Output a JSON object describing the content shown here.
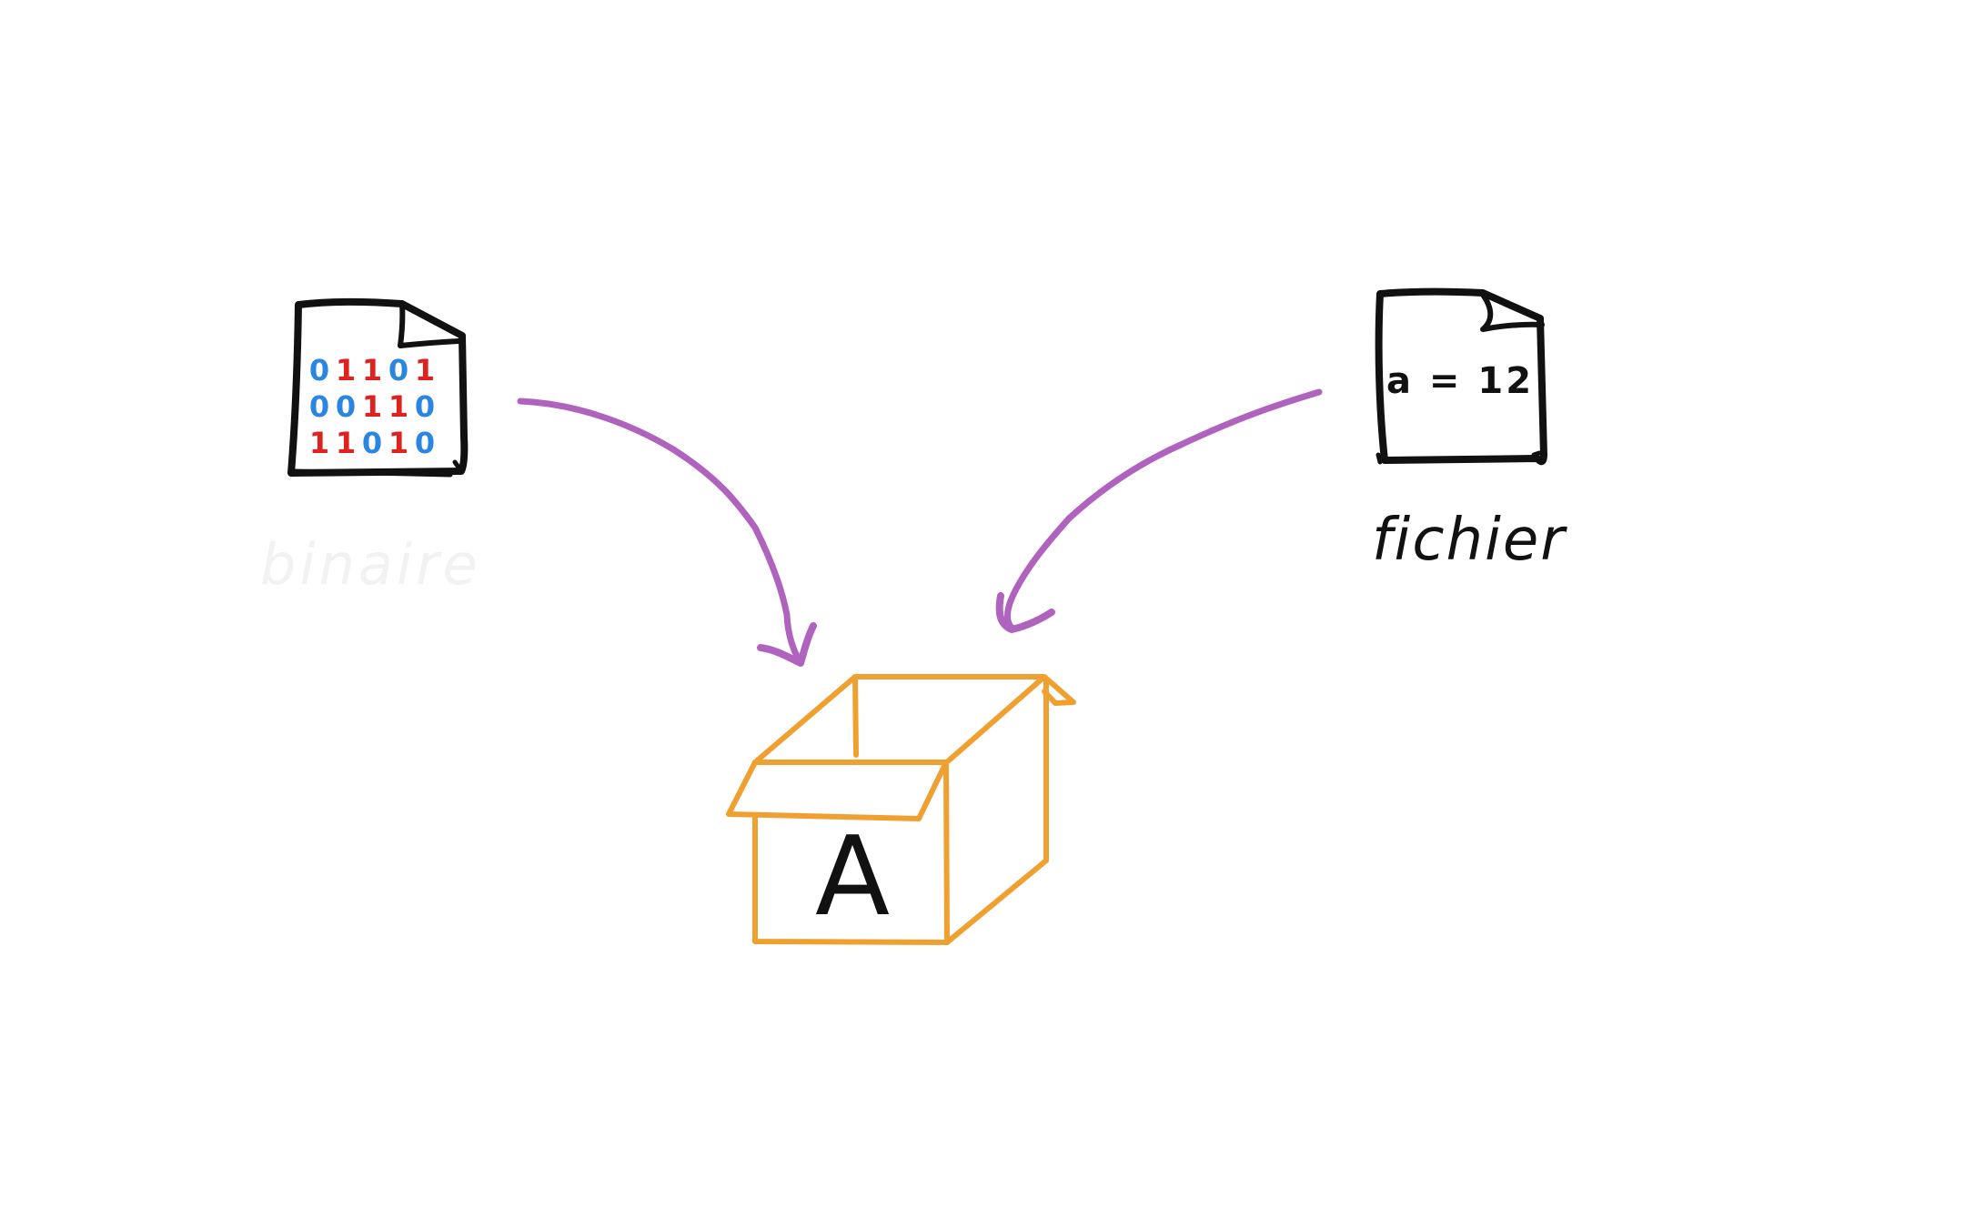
{
  "colors": {
    "ink": "#111111",
    "arrow": "#b062bf",
    "box": "#f0a030",
    "bit_zero": "#2a86e0",
    "bit_one": "#e0221e",
    "faint_label": "#f2f2f2"
  },
  "binary_file": {
    "icon": "binary-document-icon",
    "rows": [
      [
        "0",
        "1",
        "1",
        "0",
        "1"
      ],
      [
        "0",
        "0",
        "1",
        "1",
        "0"
      ],
      [
        "1",
        "1",
        "0",
        "1",
        "0"
      ]
    ],
    "label": "binaire"
  },
  "text_file": {
    "icon": "text-document-icon",
    "content": "a = 12",
    "label": "fichier"
  },
  "box": {
    "icon": "open-box-icon",
    "letter": "A"
  },
  "arrows": {
    "left": "arrow-binary-to-box",
    "right": "arrow-file-to-box"
  }
}
